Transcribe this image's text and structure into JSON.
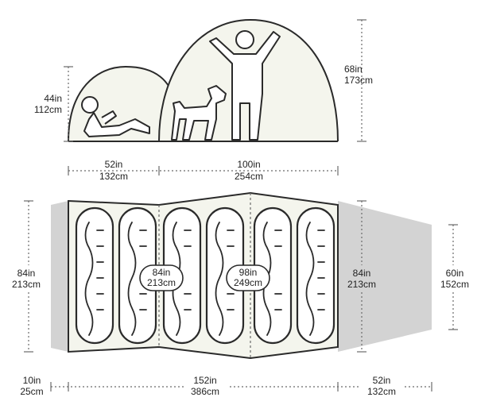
{
  "elevation": {
    "height_small": {
      "in": "44in",
      "cm": "112cm"
    },
    "height_large": {
      "in": "68in",
      "cm": "173cm"
    },
    "width_small": {
      "in": "52in",
      "cm": "132cm"
    },
    "width_large": {
      "in": "100in",
      "cm": "254cm"
    }
  },
  "floor_plan": {
    "left_depth": {
      "in": "84in",
      "cm": "213cm"
    },
    "inner_depth_a": {
      "in": "84in",
      "cm": "213cm"
    },
    "inner_depth_b": {
      "in": "98in",
      "cm": "249cm"
    },
    "right_depth": {
      "in": "84in",
      "cm": "213cm"
    },
    "vestibule_depth": {
      "in": "60in",
      "cm": "152cm"
    },
    "left_vestibule_width": {
      "in": "10in",
      "cm": "25cm"
    },
    "floor_length": {
      "in": "152in",
      "cm": "386cm"
    },
    "right_vestibule_width": {
      "in": "52in",
      "cm": "132cm"
    }
  },
  "colors": {
    "outline": "#2a2a2a",
    "tent_fill": "#f4f5ed",
    "vestibule": "#d3d3d3"
  }
}
